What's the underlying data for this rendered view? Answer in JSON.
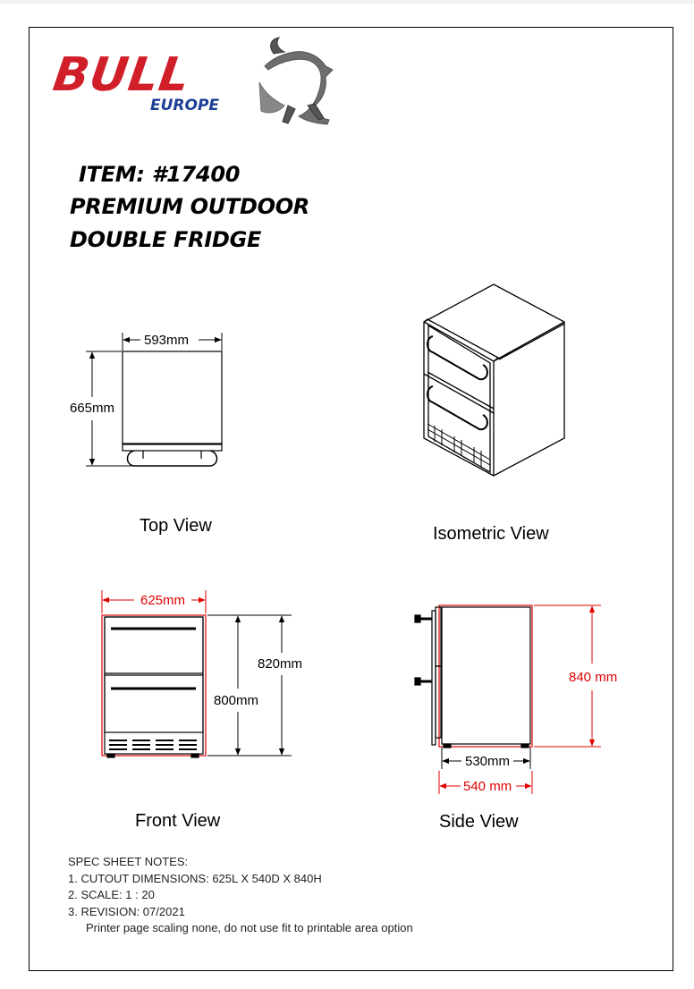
{
  "logo": {
    "brand": "BULL",
    "region": "EUROPE",
    "mascot_icon": "bull-icon"
  },
  "item": {
    "number_line": "ITEM: #17400",
    "name_line1": "PREMIUM OUTDOOR",
    "name_line2": "DOUBLE FRIDGE"
  },
  "views": {
    "top": {
      "label": "Top View",
      "width": "593mm",
      "depth": "665mm"
    },
    "isometric": {
      "label": "Isometric View"
    },
    "front": {
      "label": "Front View",
      "width": "625mm",
      "height_outer": "820mm",
      "height_inner": "800mm"
    },
    "side": {
      "label": "Side View",
      "height": "840 mm",
      "depth_inner": "530mm",
      "depth_outer": "540 mm"
    }
  },
  "notes": {
    "heading": "SPEC SHEET NOTES:",
    "lines": [
      "1. CUTOUT DIMENSIONS: 625L X  540D  X  840H",
      "2. SCALE: 1 : 20",
      "3. REVISION: 07/2021"
    ],
    "footer": "Printer page scaling none, do not use fit to printable area option"
  },
  "colors": {
    "brand_red": "#d11f2a",
    "brand_blue": "#1d3f95",
    "dimension_red": "#e00000",
    "line": "#000000"
  }
}
